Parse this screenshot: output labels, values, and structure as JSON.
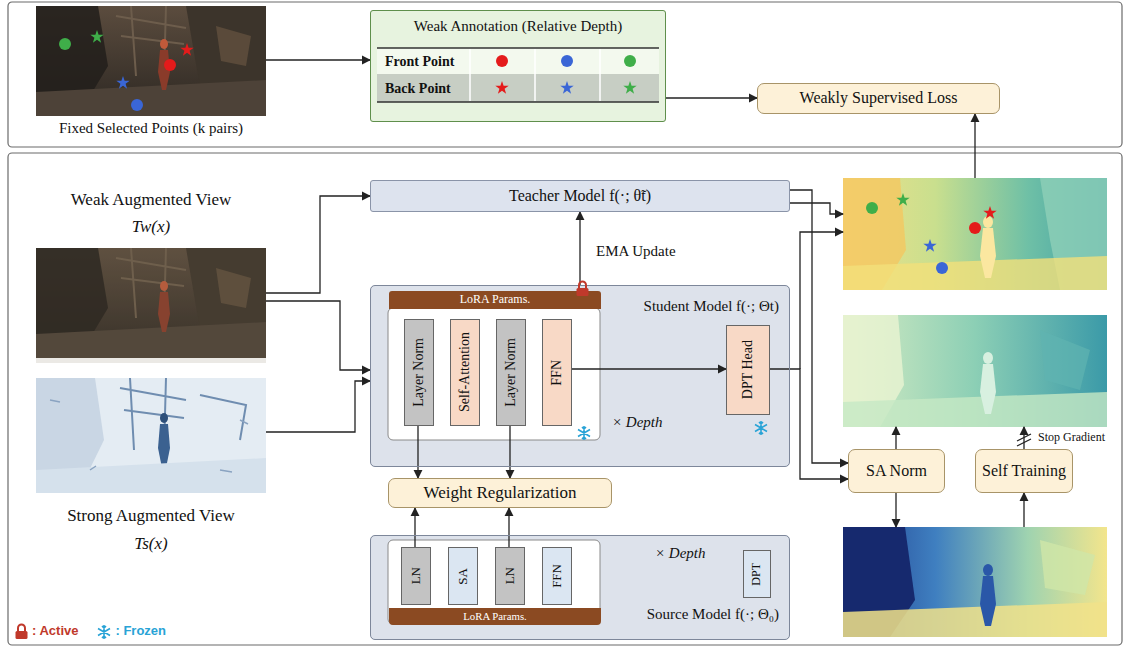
{
  "diagram": {
    "nodes": [
      {
        "text": [
          "Fixed Selected Points (k pairs)"
        ]
      },
      {
        "text": [
          "Weak Annotation (Relative Depth)",
          "Front Point",
          "Back Point"
        ]
      },
      {
        "text": [
          "Weakly Supervised Loss"
        ]
      },
      {
        "text": [
          "Weak Augmented View",
          "Tw(x)"
        ]
      },
      {
        "text": [
          "Strong Augmented View",
          "Ts(x)"
        ]
      },
      {
        "text": [
          "Teacher Model f(·; θ̃t)"
        ]
      },
      {
        "text": [
          "Student Model f(·; Θt)"
        ]
      },
      {
        "text": [
          "LoRA Params."
        ],
        "in": 6
      },
      {
        "text": [
          "Layer Norm"
        ],
        "in": 6
      },
      {
        "text": [
          "Self-Attention"
        ],
        "in": 6
      },
      {
        "text": [
          "Layer Norm"
        ],
        "in": 6
      },
      {
        "text": [
          "FFN"
        ],
        "in": 6
      },
      {
        "text": [
          "DPT Head"
        ],
        "in": 6
      },
      {
        "text": [
          "Weight Regularization"
        ]
      },
      {
        "text": [
          "Source Model f(·; Θ₀)"
        ]
      },
      {
        "text": [
          "LN"
        ],
        "in": 14
      },
      {
        "text": [
          "SA"
        ],
        "in": 14
      },
      {
        "text": [
          "LN"
        ],
        "in": 14
      },
      {
        "text": [
          "FFN"
        ],
        "in": 14
      },
      {
        "text": [
          "DPT"
        ],
        "in": 14
      },
      {
        "text": [
          "LoRA Params."
        ],
        "in": 14
      },
      {
        "text": [
          "SA Norm"
        ]
      },
      {
        "text": [
          "Self Training"
        ]
      }
    ],
    "edges": [
      {
        "from": 0,
        "to": 1,
        "arrow": "to"
      },
      {
        "from": 1,
        "to": 2,
        "arrow": "to"
      },
      {
        "from": 3,
        "to": 5,
        "arrow": "to"
      },
      {
        "from": 3,
        "to": 6,
        "arrow": "to"
      },
      {
        "from": 4,
        "to": 6,
        "arrow": "to"
      },
      {
        "from": 6,
        "to": 5,
        "label": "EMA Update",
        "arrow": "to"
      },
      {
        "from": 11,
        "to": 12,
        "arrow": "to"
      },
      {
        "from": 8,
        "to": 13,
        "arrow": "to"
      },
      {
        "from": 10,
        "to": 13,
        "arrow": "to"
      },
      {
        "from": 15,
        "to": 13,
        "arrow": "to"
      },
      {
        "from": 17,
        "to": 13,
        "arrow": "to"
      },
      {
        "from": 5,
        "to": 21,
        "arrow": "to"
      },
      {
        "from": 12,
        "to": 21,
        "arrow": "to"
      }
    ],
    "labels": [
      "× Depth",
      "× Depth",
      "Stop Gradient"
    ],
    "legend": [
      {
        "text": ": Active"
      },
      {
        "text": ": Frozen"
      }
    ]
  }
}
